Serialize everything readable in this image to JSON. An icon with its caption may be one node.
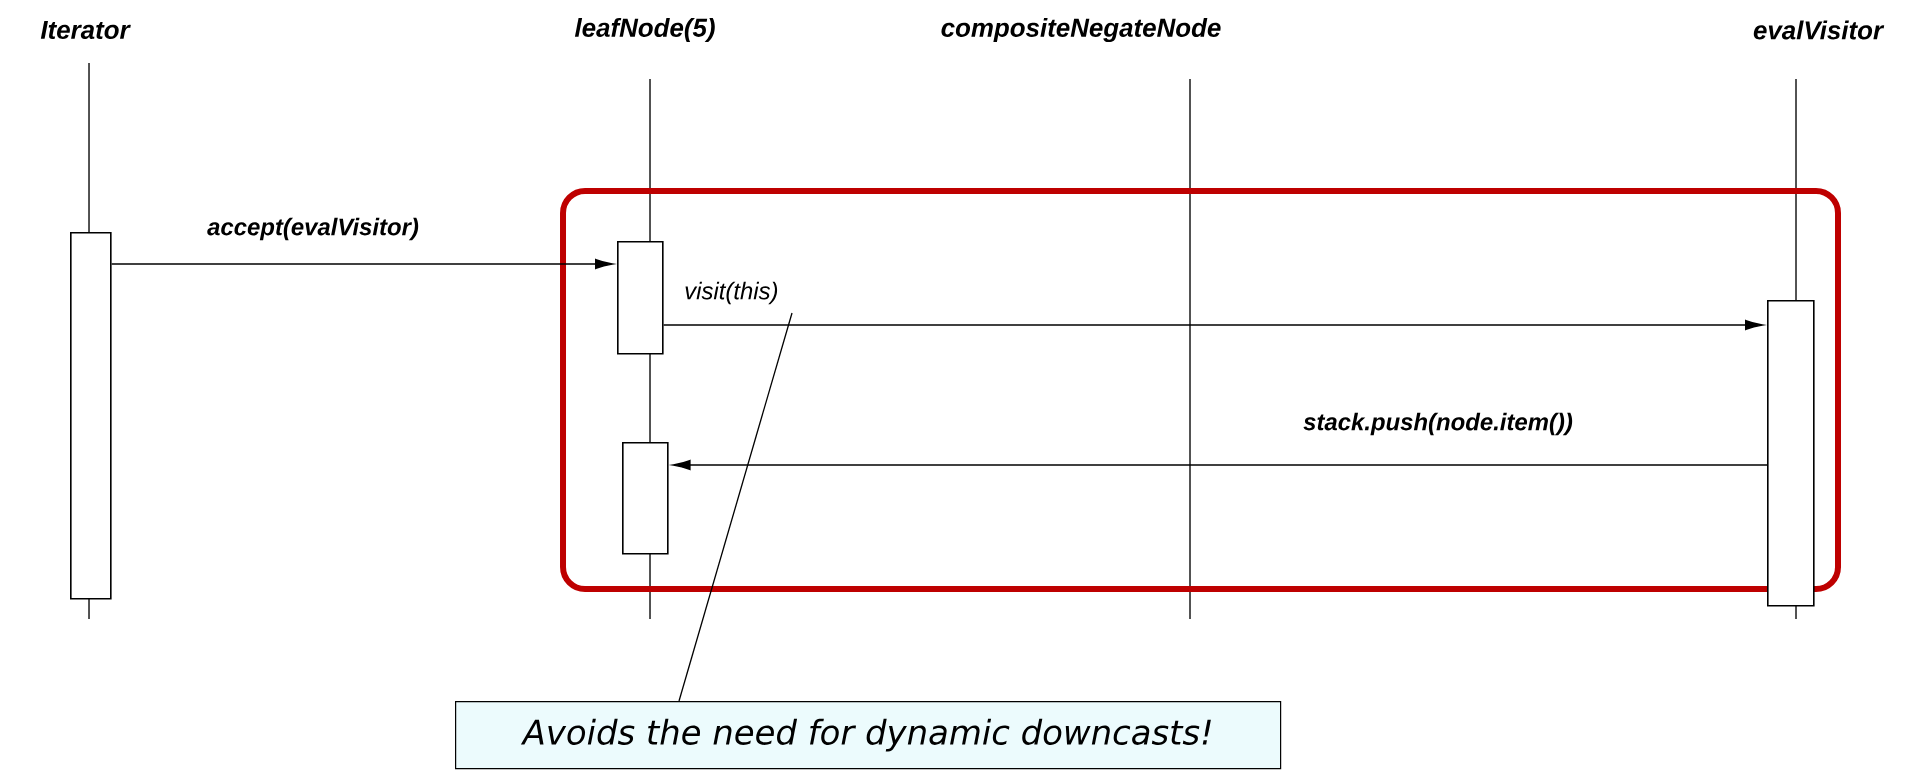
{
  "diagram": {
    "nodes": [
      {
        "text": [
          "Iterator"
        ]
      },
      {
        "text": [
          "leafNode(5)"
        ]
      },
      {
        "text": [
          "compositeNegateNode"
        ]
      },
      {
        "text": [
          "evalVisitor"
        ]
      },
      {
        "text": [],
        "shape": "box"
      },
      {
        "text": [],
        "shape": "box"
      },
      {
        "text": [],
        "shape": "box"
      },
      {
        "text": [],
        "shape": "box"
      },
      {
        "text": [
          "Avoids the need for dynamic downcasts!"
        ]
      }
    ],
    "edges": [
      {
        "from": 4,
        "to": 5,
        "arrow": "to",
        "label": "accept(evalVisitor)"
      },
      {
        "from": 5,
        "to": 7,
        "arrow": "to",
        "label": "visit(this)"
      },
      {
        "from": 7,
        "to": 6,
        "arrow": "to",
        "label": "stack.push(node.item())"
      },
      {
        "from": 8,
        "to": null,
        "arrow": "none"
      }
    ]
  }
}
